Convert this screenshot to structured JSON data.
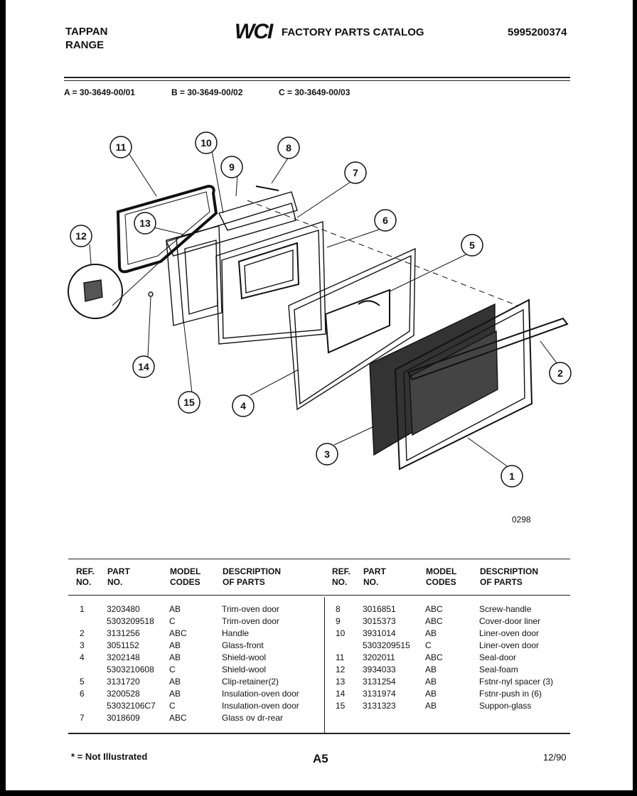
{
  "header": {
    "brand": "TAPPAN",
    "product": "RANGE",
    "logo": "WCI",
    "catalog_title": "FACTORY PARTS CATALOG",
    "catalog_number": "5995200374"
  },
  "models": [
    "A = 30-3649-00/01",
    "B = 30-3649-00/02",
    "C = 30-3649-00/03"
  ],
  "diagram": {
    "figure_number": "0298",
    "callouts": [
      "1",
      "2",
      "3",
      "4",
      "5",
      "6",
      "7",
      "8",
      "9",
      "10",
      "11",
      "12",
      "13",
      "14",
      "15"
    ]
  },
  "table": {
    "headers": {
      "ref": "REF.",
      "ref2": "NO.",
      "part": "PART",
      "part2": "NO.",
      "model": "MODEL",
      "model2": "CODES",
      "desc": "DESCRIPTION",
      "desc2": "OF PARTS"
    },
    "left_rows": [
      {
        "ref": "1",
        "part": "3203480",
        "codes": "AB",
        "desc": "Trim-oven door"
      },
      {
        "ref": "",
        "part": "5303209518",
        "codes": "C",
        "desc": "Trim-oven door"
      },
      {
        "ref": "2",
        "part": "3131256",
        "codes": "ABC",
        "desc": "Handle"
      },
      {
        "ref": "3",
        "part": "3051152",
        "codes": "AB",
        "desc": "Glass-front"
      },
      {
        "ref": "4",
        "part": "3202148",
        "codes": "AB",
        "desc": "Shield-wool"
      },
      {
        "ref": "",
        "part": "5303210608",
        "codes": "C",
        "desc": "Shield-wool"
      },
      {
        "ref": "5",
        "part": "3131720",
        "codes": "AB",
        "desc": "Clip-retainer(2)"
      },
      {
        "ref": "6",
        "part": "3200528",
        "codes": "AB",
        "desc": "Insulation-oven door"
      },
      {
        "ref": "",
        "part": "53032106C7",
        "codes": "C",
        "desc": "Insulation-oven door"
      },
      {
        "ref": "7",
        "part": "3018609",
        "codes": "ABC",
        "desc": "Glass ov dr-rear"
      }
    ],
    "right_rows": [
      {
        "ref": "8",
        "part": "3016851",
        "codes": "ABC",
        "desc": "Screw-handle"
      },
      {
        "ref": "9",
        "part": "3015373",
        "codes": "ABC",
        "desc": "Cover-door liner"
      },
      {
        "ref": "10",
        "part": "3931014",
        "codes": "AB",
        "desc": "Liner-oven door"
      },
      {
        "ref": "",
        "part": "5303209515",
        "codes": "C",
        "desc": "Liner-oven door"
      },
      {
        "ref": "11",
        "part": "3202011",
        "codes": "ABC",
        "desc": "Seal-door"
      },
      {
        "ref": "12",
        "part": "3934033",
        "codes": "AB",
        "desc": "Seal-foam"
      },
      {
        "ref": "13",
        "part": "3131254",
        "codes": "AB",
        "desc": "Fstnr-nyl spacer (3)"
      },
      {
        "ref": "14",
        "part": "3131974",
        "codes": "AB",
        "desc": "Fstnr-push in (6)"
      },
      {
        "ref": "15",
        "part": "3131323",
        "codes": "AB",
        "desc": "Suppon-glass"
      }
    ]
  },
  "footer": {
    "note": "* = Not Illustrated",
    "page": "A5",
    "date": "12/90"
  }
}
